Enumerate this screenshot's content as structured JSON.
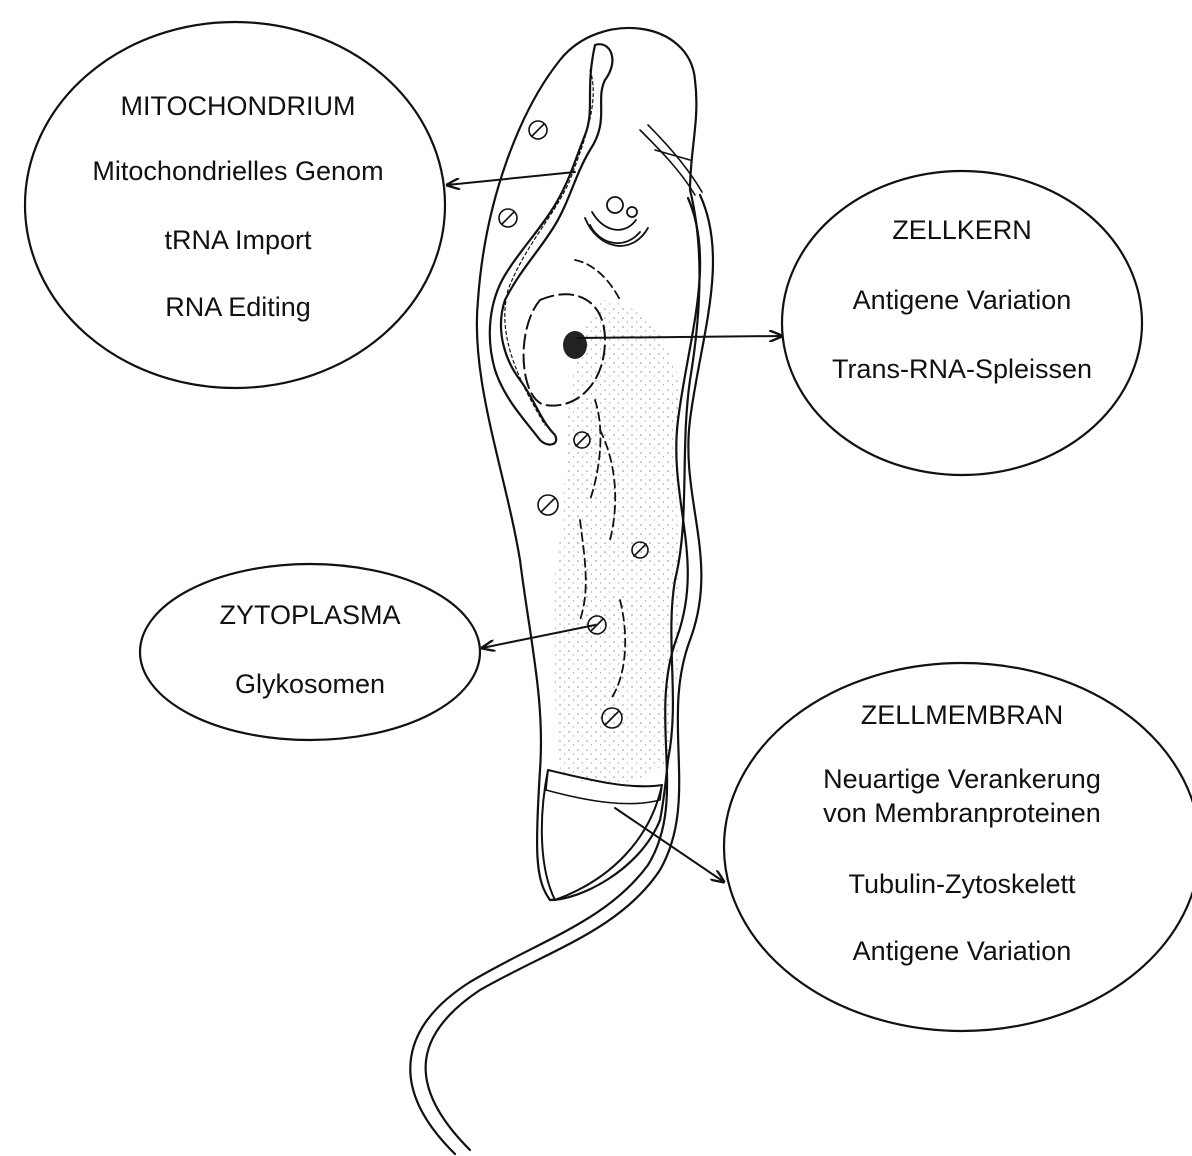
{
  "colors": {
    "ink": "#111111",
    "background": "#ffffff"
  },
  "organism_icon": "trypanosome-cell-illustration",
  "callouts": {
    "mitochondrium": {
      "title": "MITOCHONDRIUM",
      "lines": [
        "Mitochondrielles Genom",
        "tRNA Import",
        "RNA Editing"
      ]
    },
    "zellkern": {
      "title": "ZELLKERN",
      "lines": [
        "Antigene Variation",
        "Trans-RNA-Spleissen"
      ]
    },
    "zytoplasma": {
      "title": "ZYTOPLASMA",
      "lines": [
        "Glykosomen"
      ]
    },
    "zellmembran": {
      "title": "ZELLMEMBRAN",
      "lines": [
        "Neuartige Verankerung",
        "von Membranproteinen",
        "Tubulin-Zytoskelett",
        "Antigene Variation"
      ]
    }
  }
}
